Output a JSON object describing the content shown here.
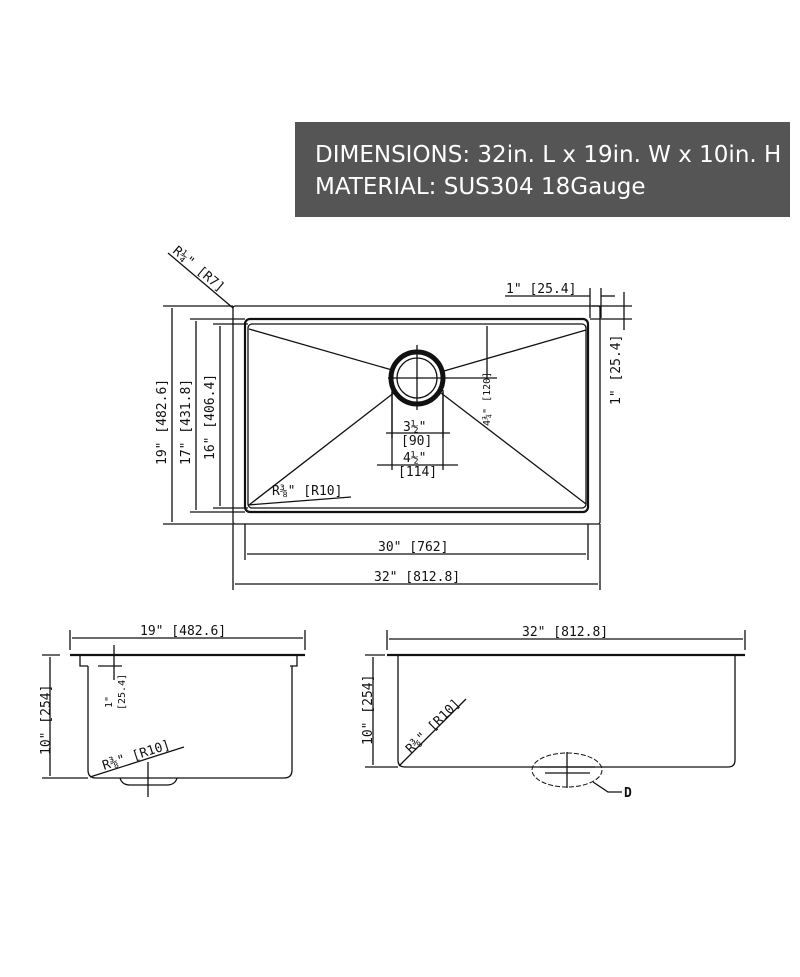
{
  "banner": {
    "dimensions": "DIMENSIONS: 32in. L x 19in. W x 10in. H",
    "material": "MATERIAL: SUS304 18Gauge"
  },
  "top_view": {
    "corner_radius": "R¼\" [R7]",
    "rim_width": "1\" [25.4]",
    "rim_depth": "1\" [25.4]",
    "overall_width": "19\" [482.6]",
    "rim_inner_width": "17\" [431.8]",
    "bowl_width": "16\" [406.4]",
    "drain_offset": "4¾\" [120]",
    "drain_inner": "3½\"",
    "drain_inner_mm": "[90]",
    "drain_outer": "4½\"",
    "drain_outer_mm": "[114]",
    "bowl_radius": "R⅜\" [R10]",
    "bowl_length": "30\" [762]",
    "overall_length": "32\" [812.8]"
  },
  "side_view": {
    "width": "19\" [482.6]",
    "height": "10\" [254]",
    "flange": "1\"",
    "flange_mm": "[25.4]",
    "radius": "R⅜\" [R10]"
  },
  "front_view": {
    "length": "32\" [812.8]",
    "height": "10\" [254]",
    "radius": "R⅜\" [R10]",
    "detail_label": "D"
  }
}
